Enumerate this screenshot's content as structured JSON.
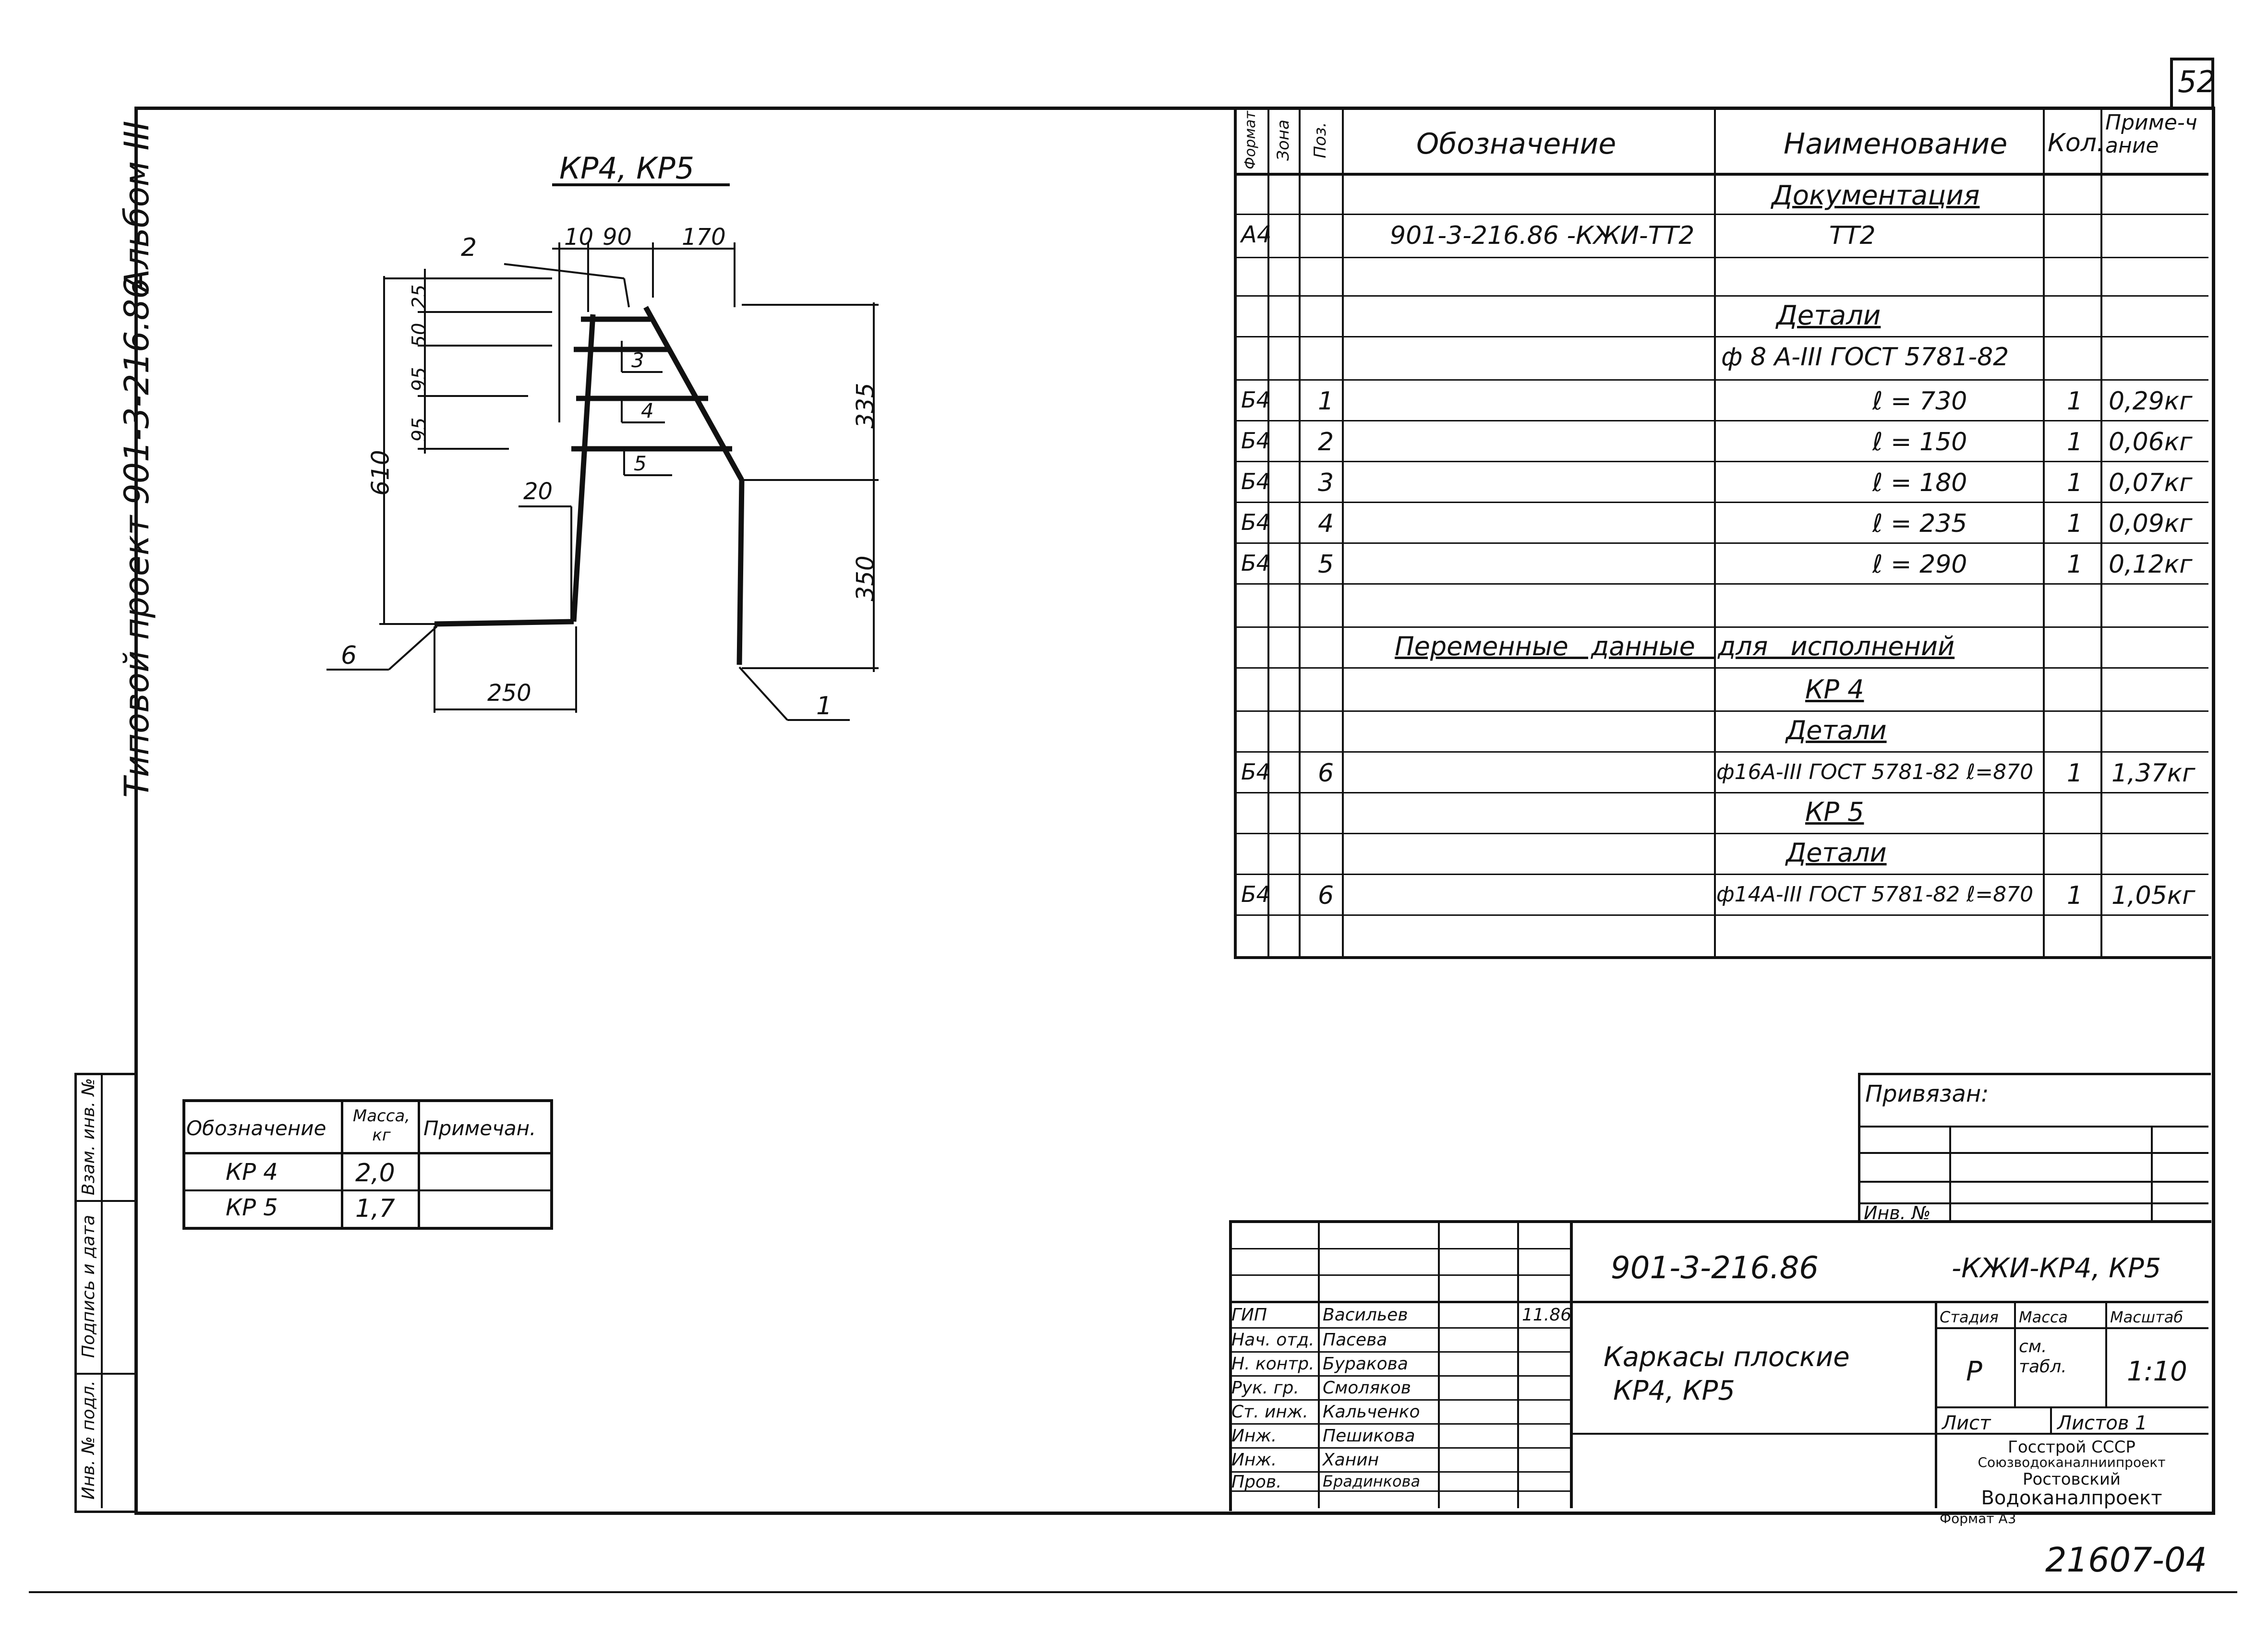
{
  "sheet": {
    "number": "52",
    "stamp": "21607-04",
    "side_album": "Альбом III",
    "side_project": "Типовой проект 901-3-216.86"
  },
  "drawing": {
    "title": "КР4, КР5",
    "dims": [
      "10",
      "90",
      "170",
      "25",
      "50",
      "95",
      "95",
      "610",
      "335",
      "350",
      "20",
      "250"
    ],
    "positions": [
      "2",
      "3",
      "4",
      "5",
      "6",
      "1"
    ]
  },
  "spec": {
    "headers": {
      "format": "Формат",
      "zone": "Зона",
      "pos": "Поз.",
      "designation": "Обозначение",
      "name": "Наименование",
      "qty": "Кол.",
      "note": "Приме-чание"
    },
    "documentation_title": "Документация",
    "doc_format": "А4",
    "doc_designation": "901-3-216.86 -КЖИ-ТТ2",
    "doc_name": "ТТ2",
    "details_title": "Детали",
    "rebar_spec": "ф 8 А-III ГОСТ 5781-82",
    "rows": [
      {
        "format": "Б4",
        "pos": "1",
        "name": "ℓ = 730",
        "qty": "1",
        "note": "0,29кг"
      },
      {
        "format": "Б4",
        "pos": "2",
        "name": "ℓ = 150",
        "qty": "1",
        "note": "0,06кг"
      },
      {
        "format": "Б4",
        "pos": "3",
        "name": "ℓ = 180",
        "qty": "1",
        "note": "0,07кг"
      },
      {
        "format": "Б4",
        "pos": "4",
        "name": "ℓ = 235",
        "qty": "1",
        "note": "0,09кг"
      },
      {
        "format": "Б4",
        "pos": "5",
        "name": "ℓ = 290",
        "qty": "1",
        "note": "0,12кг"
      }
    ],
    "variable_title": "Переменные данные для исполнений",
    "kr4_title": "КР 4",
    "kr4_details": "Детали",
    "kr4_row": {
      "format": "Б4",
      "pos": "6",
      "name": "ф16А-III ГОСТ 5781-82 ℓ=870",
      "qty": "1",
      "note": "1,37кг"
    },
    "kr5_title": "КР 5",
    "kr5_details": "Детали",
    "kr5_row": {
      "format": "Б4",
      "pos": "6",
      "name": "ф14А-III ГОСТ 5781-82 ℓ=870",
      "qty": "1",
      "note": "1,05кг"
    }
  },
  "mass_table": {
    "headers": [
      "Обозначение",
      "Масса, кг",
      "Примечан."
    ],
    "rows": [
      [
        "КР 4",
        "2,0",
        ""
      ],
      [
        "КР 5",
        "1,7",
        ""
      ]
    ]
  },
  "binding": {
    "label": "Привязан:",
    "inv_label": "Инв. №"
  },
  "left_strip": [
    "Инв. № подл.",
    "Подпись и дата",
    "Взам. инв. №"
  ],
  "title_block": {
    "code": "901-3-216.86",
    "code_suffix": "-КЖИ-КР4, КР5",
    "roles": [
      {
        "role": "ГИП",
        "name": "Васильев",
        "date": "11.86"
      },
      {
        "role": "Нач. отд.",
        "name": "Пасева",
        "date": ""
      },
      {
        "role": "Н. контр.",
        "name": "Буракова",
        "date": ""
      },
      {
        "role": "Рук. гр.",
        "name": "Смоляков",
        "date": ""
      },
      {
        "role": "Ст. инж.",
        "name": "Кальченко",
        "date": ""
      },
      {
        "role": "Инж.",
        "name": "Пешикова",
        "date": ""
      },
      {
        "role": "Инж.",
        "name": "Ханин",
        "date": ""
      },
      {
        "role": "Пров.",
        "name": "Брадинкова",
        "date": ""
      }
    ],
    "name_line1": "Каркасы плоские",
    "name_line2": "КР4, КР5",
    "stage_h": "Стадия",
    "mass_h": "Масса",
    "scale_h": "Масштаб",
    "stage": "Р",
    "mass": "см. табл.",
    "scale": "1:10",
    "sheet_label": "Лист",
    "sheets_label": "Листов 1",
    "org1": "Госстрой СССР",
    "org2": "Союзводоканалниипроект",
    "org3": "Ростовский",
    "org4": "Водоканалпроект",
    "format": "Формат А3"
  }
}
